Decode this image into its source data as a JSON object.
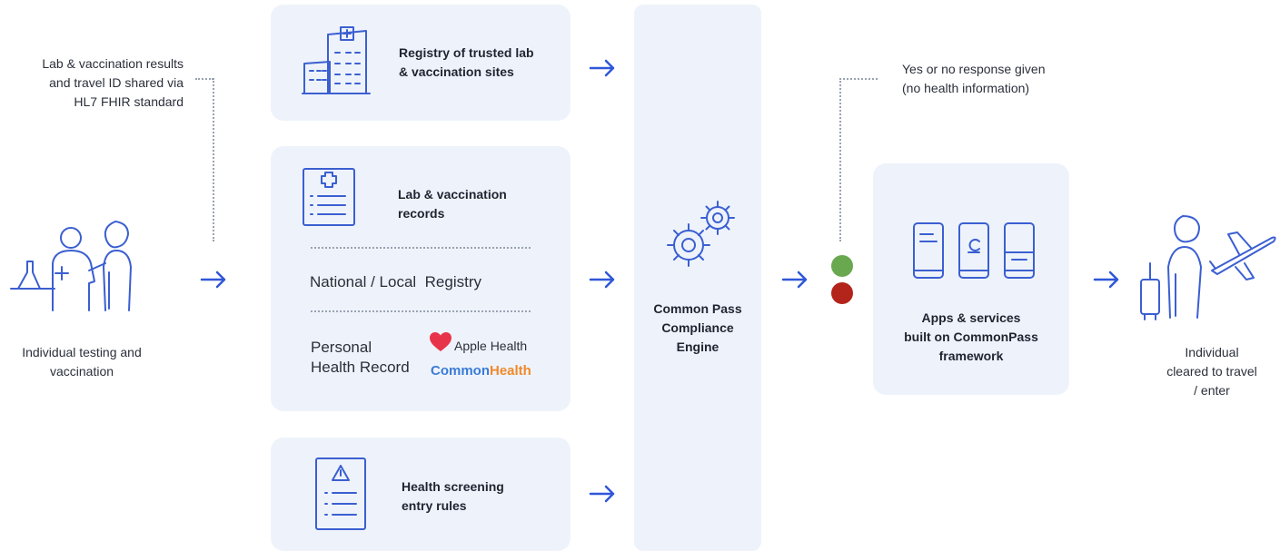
{
  "left": {
    "share_note": [
      "Lab & vaccination results",
      "and travel ID shared via",
      "HL7 FHIR standard"
    ],
    "caption": [
      "Individual testing and",
      "vaccination"
    ]
  },
  "sources": {
    "registry_trusted": [
      "Registry of trusted lab",
      "& vaccination sites"
    ],
    "lab_records": [
      "Lab & vaccination",
      "records"
    ],
    "national_registry": "National / Local  Registry",
    "phr": [
      "Personal",
      "Health Record"
    ],
    "apple_health": "Apple Health",
    "common_health": "CommonHealth",
    "screening": [
      "Health screening",
      "entry rules"
    ]
  },
  "engine": [
    "Common Pass",
    "Compliance",
    "Engine"
  ],
  "response_note": [
    "Yes or no response given",
    "(no health information)"
  ],
  "apps": [
    "Apps & services",
    "built on CommonPass",
    "framework"
  ],
  "right_caption": [
    "Individual",
    "cleared to travel",
    "/ enter"
  ],
  "colors": {
    "panel": "#eef3fb",
    "arrow": "#2f57d8",
    "sketch": "#3b5fd1",
    "green": "#6aa84f",
    "red": "#b3241b",
    "apple_heart": "#e8344a",
    "common_health_blue": "#3a7bd5",
    "common_health_orange": "#f0892c"
  },
  "icons": [
    "hospital-icon",
    "medical-record-icon",
    "warning-document-icon",
    "gears-icon",
    "phones-icon",
    "person-lab-icon",
    "traveler-plane-icon",
    "heart-icon"
  ]
}
